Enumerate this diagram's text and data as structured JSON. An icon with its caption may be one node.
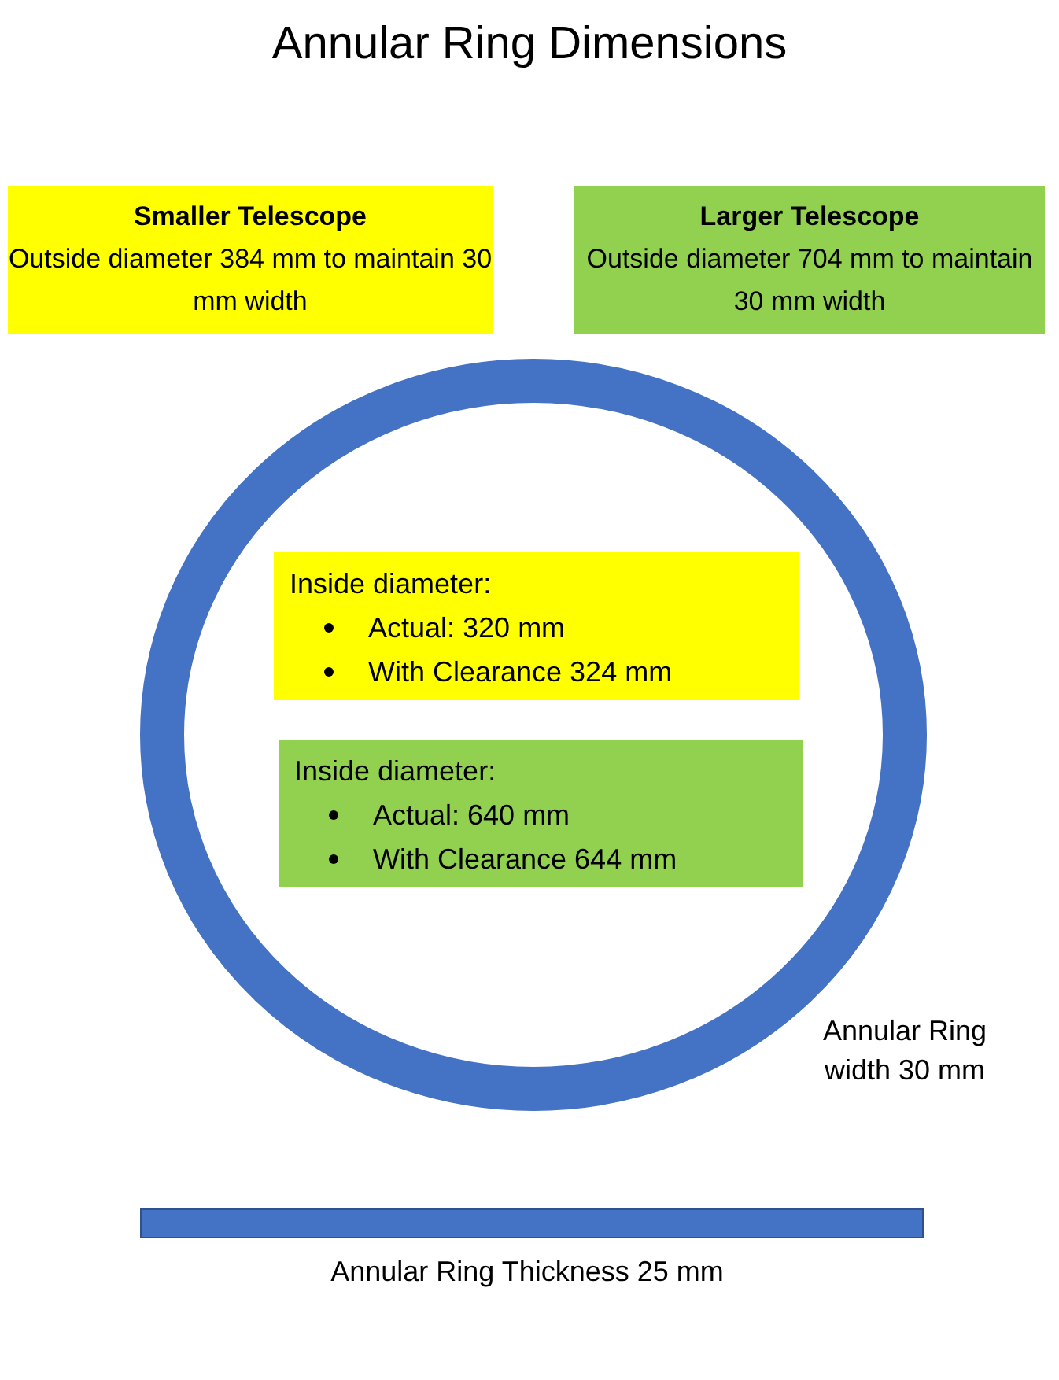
{
  "diagram": {
    "title": "Annular Ring Dimensions",
    "nodes": [
      {
        "text": [
          "Smaller Telescope",
          "Outside diameter 384 mm to maintain 30 mm width"
        ]
      },
      {
        "text": [
          "Larger Telescope",
          "Outside diameter 704 mm to maintain 30 mm width"
        ]
      },
      {
        "text": [],
        "shape": "circle",
        "beside": [
          "Annular Ring width 30 mm"
        ]
      },
      {
        "text": [
          "Inside diameter:",
          "Actual: 320 mm",
          "With Clearance 324 mm"
        ],
        "in": 2
      },
      {
        "text": [
          "Inside diameter:",
          "Actual: 640 mm",
          "With Clearance 644 mm"
        ],
        "in": 2
      },
      {
        "text": [],
        "shape": "bar",
        "beside": [
          "Annular Ring Thickness 25 mm"
        ]
      }
    ]
  }
}
